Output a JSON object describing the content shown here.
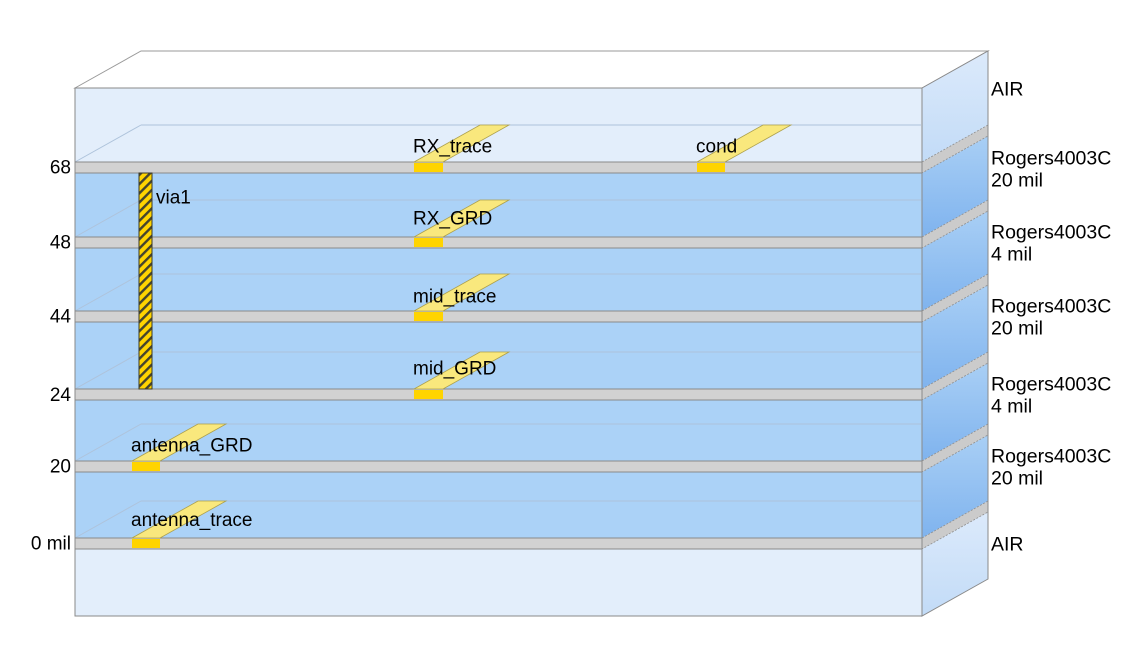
{
  "view": {
    "description": "3D substrate stackup preview",
    "unit": "mil"
  },
  "height_scale": {
    "labels": [
      "68",
      "48",
      "44",
      "24",
      "20",
      "0 mil"
    ]
  },
  "layers": [
    {
      "label": "AIR",
      "thickness": ""
    },
    {
      "label": "Rogers4003C",
      "thickness": "20 mil"
    },
    {
      "label": "Rogers4003C",
      "thickness": "4 mil"
    },
    {
      "label": "Rogers4003C",
      "thickness": "20 mil"
    },
    {
      "label": "Rogers4003C",
      "thickness": "4 mil"
    },
    {
      "label": "Rogers4003C",
      "thickness": "20 mil"
    },
    {
      "label": "AIR",
      "thickness": ""
    }
  ],
  "conductors": [
    {
      "label": "RX_trace"
    },
    {
      "label": "cond"
    },
    {
      "label": "RX_GRD"
    },
    {
      "label": "mid_trace"
    },
    {
      "label": "mid_GRD"
    },
    {
      "label": "antenna_GRD"
    },
    {
      "label": "antenna_trace"
    }
  ],
  "via": {
    "label": "via1"
  },
  "colors": {
    "air_front": "#E3EEFB",
    "substrate_front": "#ABD2F7",
    "metal_sheet": "#D2D2D2",
    "metal_sheet_side": "#CBCBCB",
    "trace_top": "#F9E87D",
    "trace_front": "#FFD400",
    "top_face": "#FFFFFF",
    "outline": "#8A8A8A",
    "hidden_edge": "#AEC3DB"
  }
}
